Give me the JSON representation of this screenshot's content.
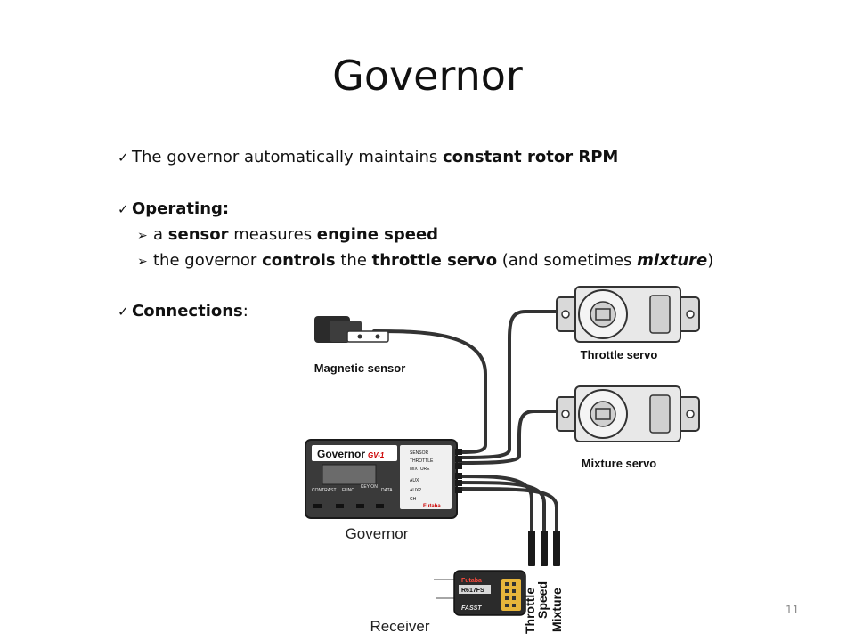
{
  "slide": {
    "title": "Governor",
    "page_number": "11"
  },
  "bullets": [
    {
      "type": "check",
      "parts": [
        {
          "text": "The governor automatically maintains ",
          "bold": false
        },
        {
          "text": "constant rotor RPM",
          "bold": true
        }
      ]
    },
    {
      "type": "check",
      "parts": [
        {
          "text": "Operating:",
          "bold": true
        }
      ]
    },
    {
      "type": "arrow",
      "parts": [
        {
          "text": "a ",
          "bold": false
        },
        {
          "text": "sensor",
          "bold": true
        },
        {
          "text": " measures ",
          "bold": false
        },
        {
          "text": "engine speed",
          "bold": true
        }
      ]
    },
    {
      "type": "arrow",
      "parts": [
        {
          "text": "the governor ",
          "bold": false
        },
        {
          "text": "controls",
          "bold": true
        },
        {
          "text": " the ",
          "bold": false
        },
        {
          "text": "throttle servo",
          "bold": true
        },
        {
          "text": " (and sometimes ",
          "bold": false
        },
        {
          "text": "mixture",
          "bold": true,
          "italic": true
        },
        {
          "text": ")",
          "bold": false
        }
      ]
    },
    {
      "type": "check",
      "parts": [
        {
          "text": "Connections",
          "bold": true
        },
        {
          "text": ":",
          "bold": false
        }
      ]
    }
  ],
  "diagram": {
    "magnetic_sensor_label": "Magnetic sensor",
    "throttle_servo_label": "Throttle servo",
    "mixture_servo_label": "Mixture servo",
    "governor_label": "Governor",
    "receiver_label": "Receiver",
    "receiver_channels": [
      "Throttle",
      "Speed",
      "Mixture"
    ],
    "governor_unit": {
      "brand_text": "Governor",
      "model_text": "GV-1",
      "port_labels": [
        "SENSOR",
        "THROTTLE",
        "MIXTURE",
        "AUX",
        "AUX2",
        "CH"
      ],
      "key_labels": [
        "CONTRAST",
        "FUNC",
        "KEY ON",
        "DATA"
      ],
      "maker_text": "Futaba"
    },
    "receiver_unit": {
      "maker_text": "Futaba",
      "model_text": "R617FS",
      "system_text": "FASST"
    }
  },
  "colors": {
    "text": "#111111",
    "cable": "#333333",
    "device_dark": "#2b2b2b",
    "device_body": "#3a3a3a",
    "servo_body": "#d9d9d9",
    "receiver_yellow": "#e7b53b"
  }
}
